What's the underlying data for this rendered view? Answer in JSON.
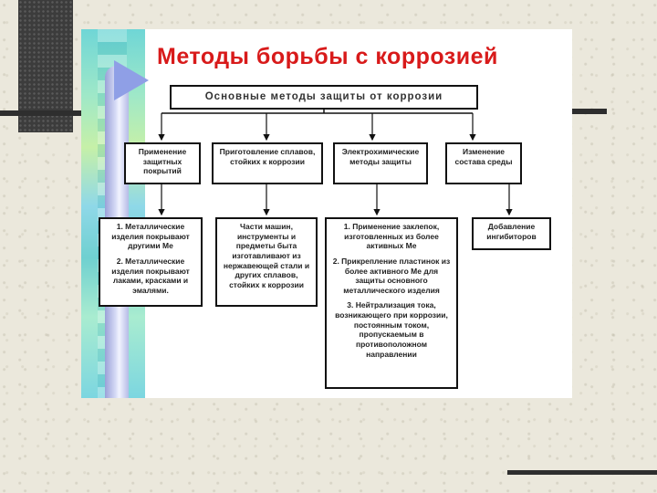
{
  "title": "Методы борьбы с коррозией",
  "root": "Основные методы защиты от коррозии",
  "methods": [
    {
      "label": "Применение защитных покрытий",
      "details": [
        "1. Металлические изделия покрывают другими Ме",
        "2. Металлические изделия покрывают лаками, красками и эмалями."
      ]
    },
    {
      "label": "Приготовление сплавов, стойких к коррозии",
      "details": [
        "Части машин, инструменты и предметы быта изготавливают из нержавеющей стали и других сплавов, стойких к коррозии"
      ]
    },
    {
      "label": "Электрохимические методы защиты",
      "details": [
        "1. Применение заклепок, изготовленных из более активных Ме",
        "2. Прикрепление пластинок из более активного Ме для защиты основного металлического изделия",
        "3. Нейтрализация тока, возникающего при коррозии, постоянным током, пропускаемым в противоположном направлении"
      ]
    },
    {
      "label": "Изменение состава среды",
      "details": [
        "Добавление ингибиторов"
      ]
    }
  ],
  "colors": {
    "title": "#d81a1a",
    "accent_strip": "#6fd6d6",
    "background": "#ebe8dc"
  }
}
